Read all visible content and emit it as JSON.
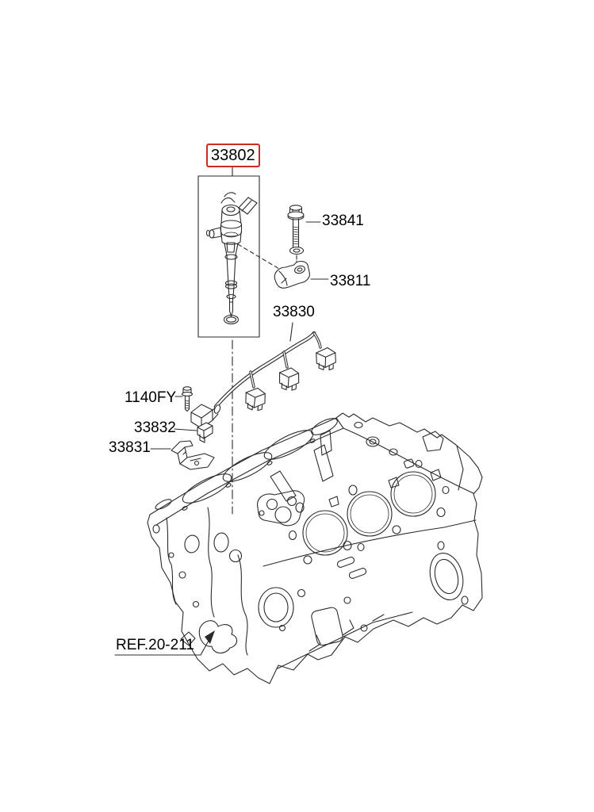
{
  "diagram": {
    "labels": {
      "injector": "33802",
      "bolt": "33841",
      "clamp": "33811",
      "harness": "33830",
      "sensor_bolt": "1140FY",
      "sensor_bracket": "33832",
      "mount_bracket": "33831",
      "reference": "REF.20-211"
    },
    "highlight": {
      "box_color": "#cf2a21"
    },
    "colors": {
      "line_art": "#2b2b2b",
      "background": "#ffffff",
      "text": "#000000"
    }
  }
}
